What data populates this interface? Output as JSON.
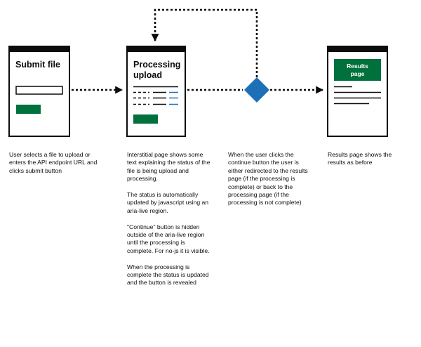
{
  "screens": {
    "submit": {
      "title": "Submit file"
    },
    "processing": {
      "title_line1": "Processing",
      "title_line2": "upload"
    },
    "results": {
      "button_line1": "Results",
      "button_line2": "page"
    }
  },
  "captions": {
    "submit": [
      "User selects a file to upload or enters the API endpoint URL and clicks submit button"
    ],
    "processing": [
      "Interstitial page shows some text explaining the status of the file is being upload and processing.",
      "The status is automatically updated by javascript using an aria-live region.",
      "\"Continue\" button is hidden outside of the aria-live region until the processing is complete. For no-js it is visible.",
      "When the processing is complete the status is updated and the button is revealed"
    ],
    "decision": [
      "When the user clicks the continue button the user is either redirected to the results page (if the processing is complete) or back to the processing page (if the processing is not complete)"
    ],
    "results": [
      "Results page shows the results as before"
    ]
  },
  "colors": {
    "ink": "#0b0c0c",
    "green": "#00703c",
    "blue": "#1d70b8",
    "text_line": "#0b0c0c"
  }
}
